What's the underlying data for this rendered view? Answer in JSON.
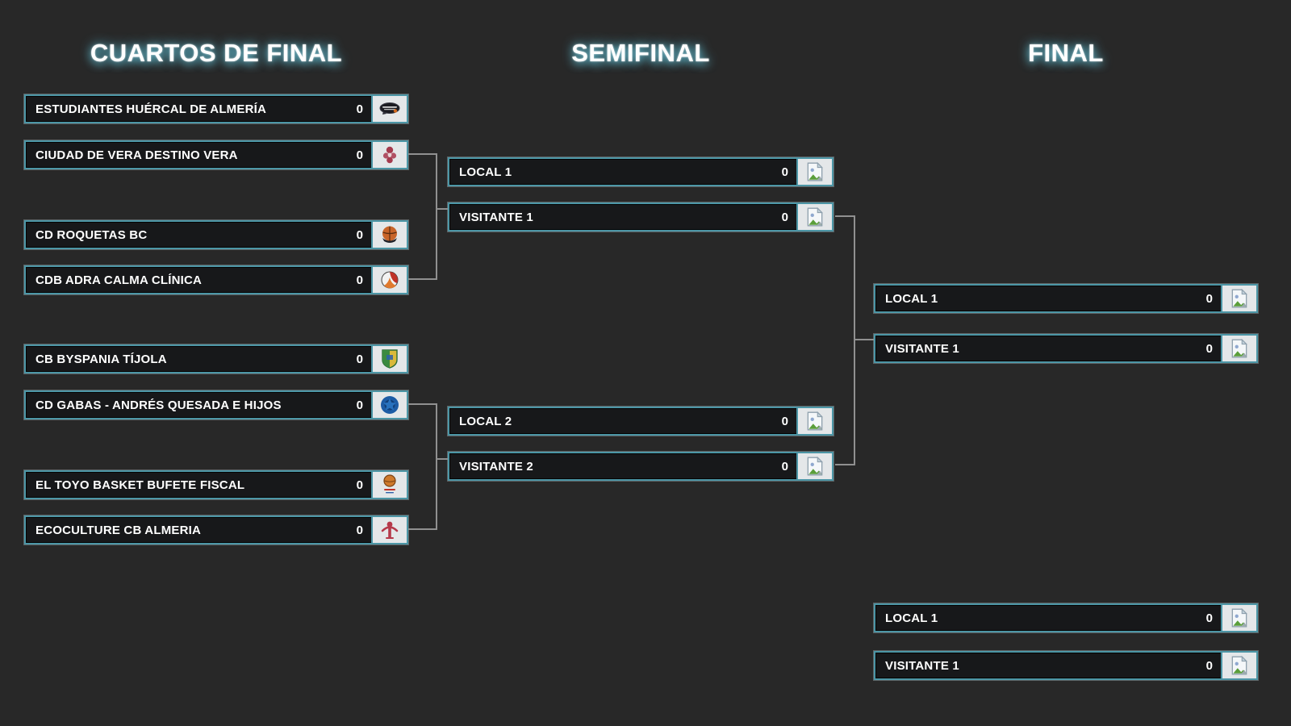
{
  "headers": {
    "quarterfinals": "CUARTOS DE FINAL",
    "semifinal": "SEMIFINAL",
    "final": "FINAL"
  },
  "bracket": {
    "quarterfinals": {
      "teams": [
        {
          "name": "ESTUDIANTES HUÉRCAL DE ALMERÍA",
          "score": "0",
          "logo": "estudiantes-huercal-crest"
        },
        {
          "name": "CIUDAD DE VERA DESTINO VERA",
          "score": "0",
          "logo": "ciudad-de-vera-crest"
        },
        {
          "name": "CD ROQUETAS BC",
          "score": "0",
          "logo": "cd-roquetas-crest"
        },
        {
          "name": "CDB ADRA CALMA CLÍNICA",
          "score": "0",
          "logo": "cdb-adra-crest"
        },
        {
          "name": "CB BYSPANIA TÍJOLA",
          "score": "0",
          "logo": "cb-byspania-crest"
        },
        {
          "name": "CD GABAS - ANDRÉS QUESADA E HIJOS",
          "score": "0",
          "logo": "cd-gabas-crest"
        },
        {
          "name": "EL TOYO BASKET BUFETE FISCAL",
          "score": "0",
          "logo": "el-toyo-crest"
        },
        {
          "name": "ECOCULTURE CB ALMERIA",
          "score": "0",
          "logo": "ecoculture-crest"
        }
      ]
    },
    "semifinal": {
      "teams": [
        {
          "name": "LOCAL 1",
          "score": "0",
          "logo": "image-placeholder-icon"
        },
        {
          "name": "VISITANTE 1",
          "score": "0",
          "logo": "image-placeholder-icon"
        },
        {
          "name": "LOCAL 2",
          "score": "0",
          "logo": "image-placeholder-icon"
        },
        {
          "name": "VISITANTE 2",
          "score": "0",
          "logo": "image-placeholder-icon"
        }
      ]
    },
    "final": {
      "teams": [
        {
          "name": "LOCAL 1",
          "score": "0",
          "logo": "image-placeholder-icon"
        },
        {
          "name": "VISITANTE 1",
          "score": "0",
          "logo": "image-placeholder-icon"
        }
      ]
    },
    "third_place": {
      "teams": [
        {
          "name": "LOCAL 1",
          "score": "0",
          "logo": "image-placeholder-icon"
        },
        {
          "name": "VISITANTE 1",
          "score": "0",
          "logo": "image-placeholder-icon"
        }
      ]
    }
  },
  "colors": {
    "background": "#282828",
    "box_background": "#17181a",
    "box_border": "#4c96a6",
    "text": "#ffffff",
    "connector": "#909090",
    "logo_cell_background": "#e4e7e9",
    "header_glow": "#69d6ee"
  }
}
